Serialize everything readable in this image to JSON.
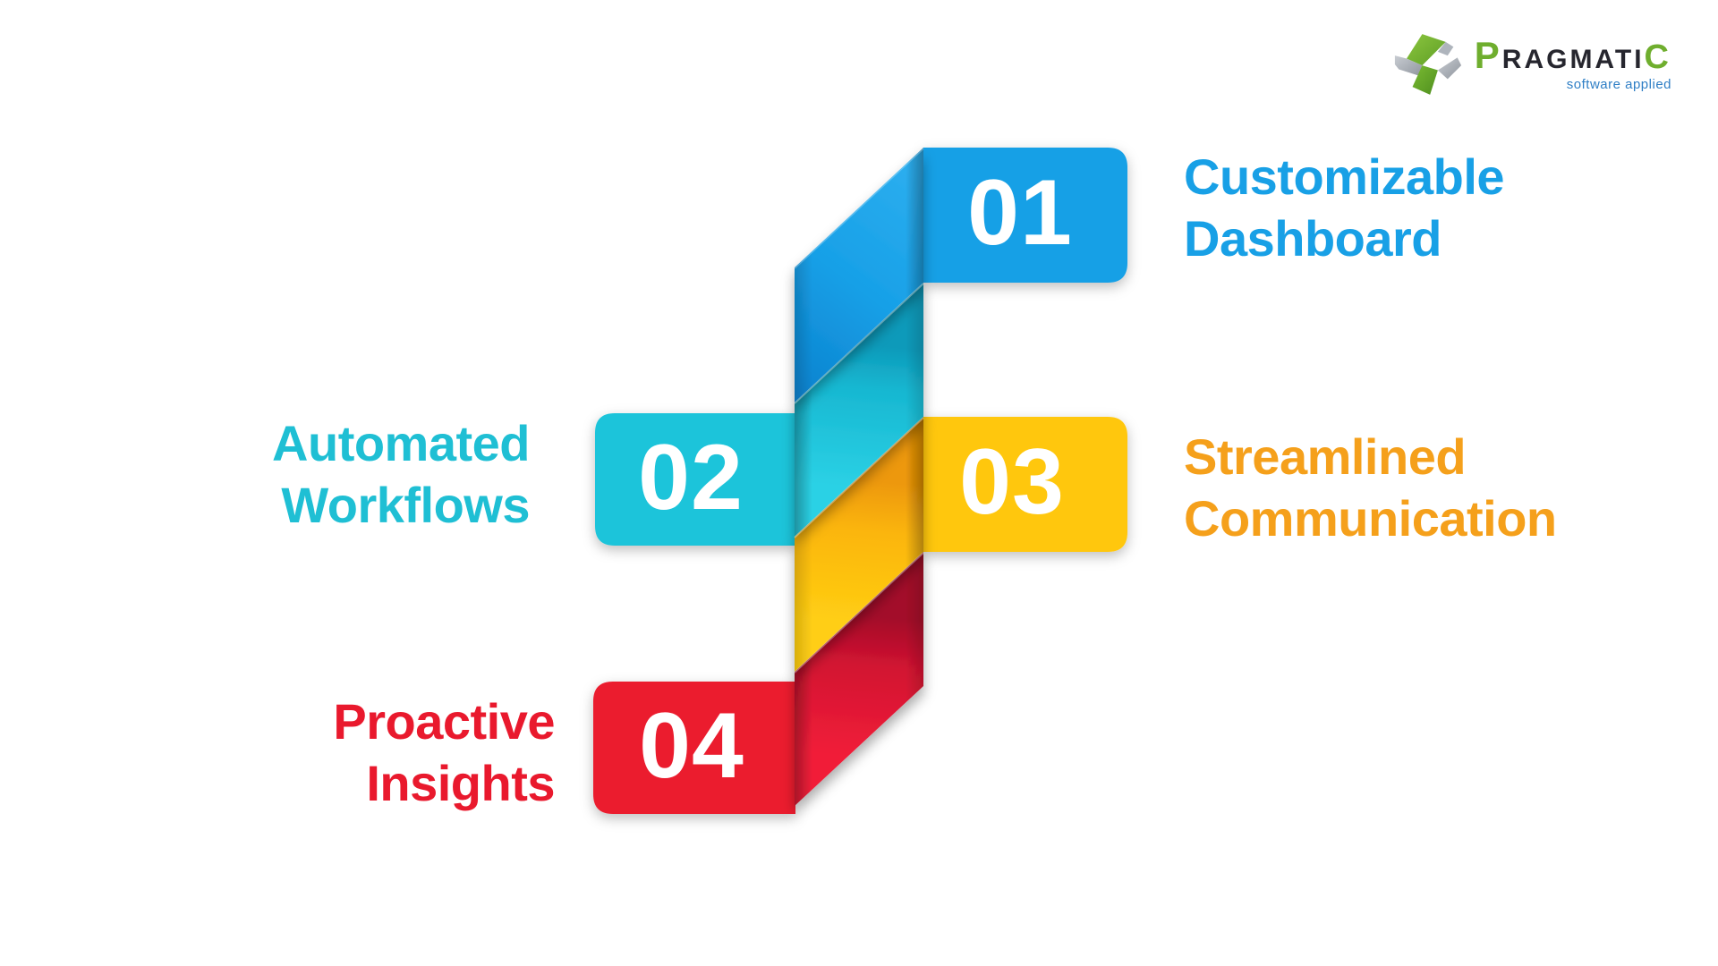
{
  "page": {
    "background_color": "#FFFFFF"
  },
  "logo": {
    "brand_first_letter": "P",
    "brand_middle": "RAGMATI",
    "brand_last_letter": "C",
    "tagline": "software applied",
    "brand_green": "#6FAE2E",
    "brand_dark": "#26262E",
    "tagline_color": "#2E7EC5"
  },
  "steps": [
    {
      "number": "01",
      "label_line1": "Customizable",
      "label_line2": "Dashboard",
      "box_color": "#18A0E6",
      "label_color": "#18A0E6",
      "side": "right"
    },
    {
      "number": "02",
      "label_line1": "Automated",
      "label_line2": "Workflows",
      "box_color": "#1DC4DA",
      "label_color": "#1FBFD4",
      "side": "left"
    },
    {
      "number": "03",
      "label_line1": "Streamlined",
      "label_line2": "Communication",
      "box_color": "#FFC70F",
      "label_color": "#F5A01B",
      "side": "right"
    },
    {
      "number": "04",
      "label_line1": "Proactive",
      "label_line2": "Insights",
      "box_color": "#EB1B2E",
      "label_color": "#E9192D",
      "side": "left"
    }
  ],
  "ribbon": {
    "band_colors": {
      "blue": "#18A0E6",
      "cyan": "#1DC4DA",
      "yellow": "#FFC70F",
      "red": "#EB1B2E"
    }
  }
}
